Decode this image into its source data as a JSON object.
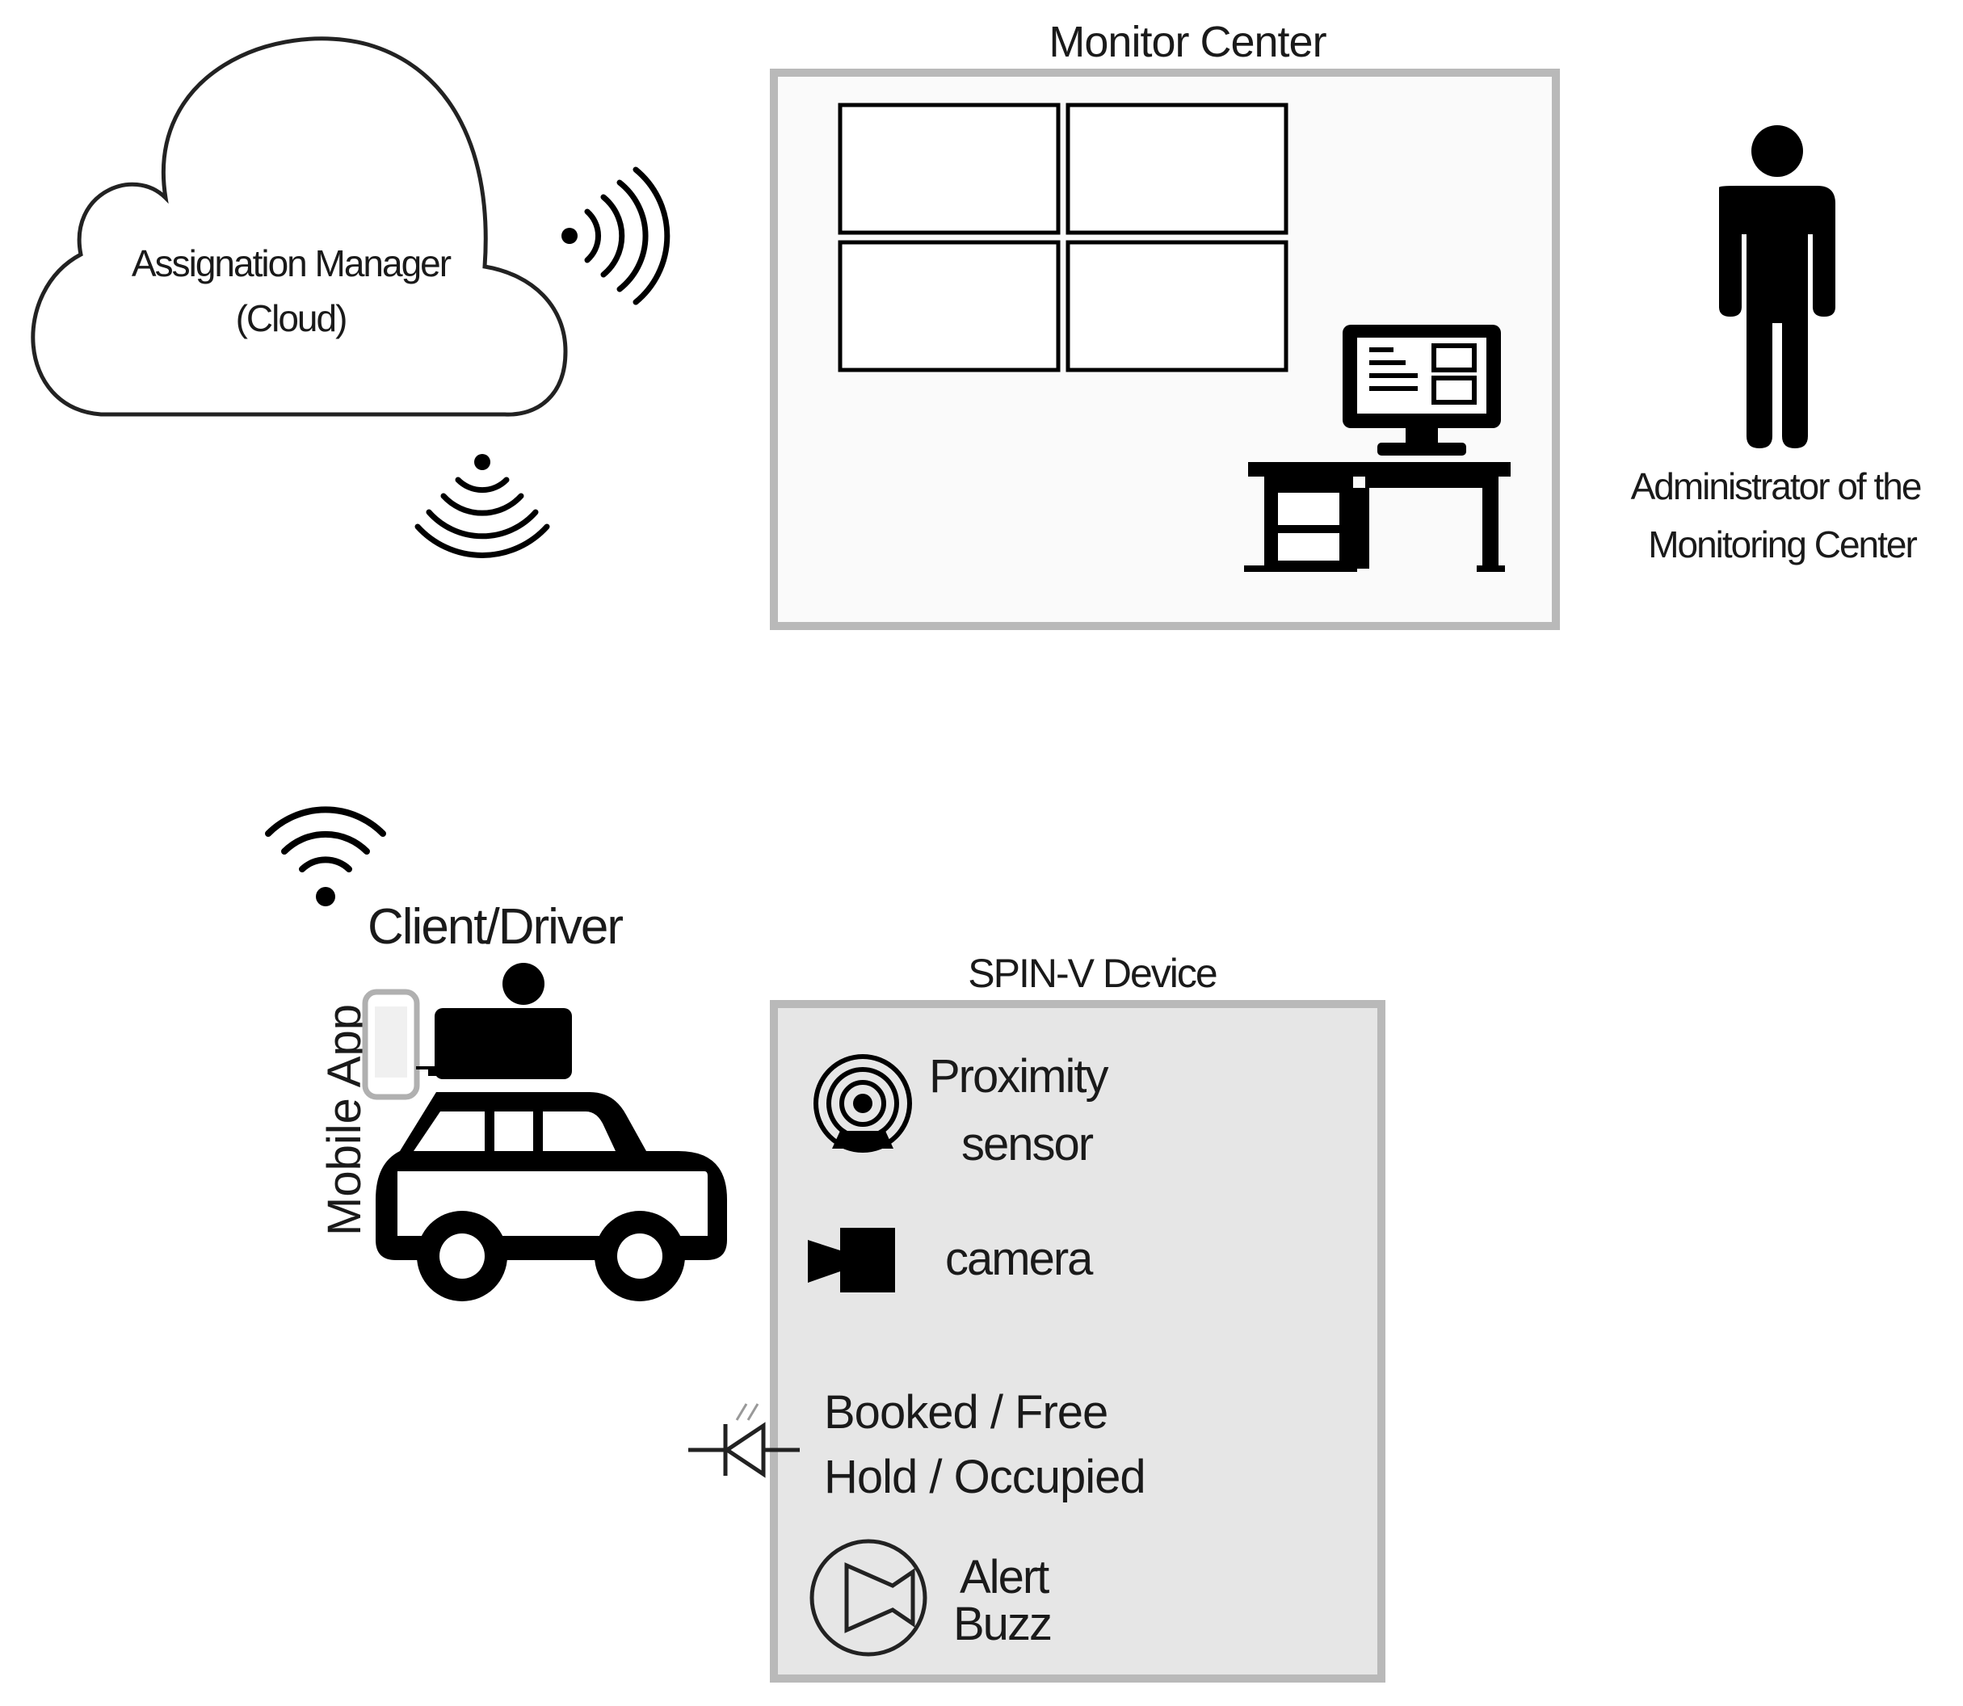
{
  "cloud": {
    "label_line1": "Assignation Manager",
    "label_line2": "(Cloud)"
  },
  "monitor_center": {
    "title": "Monitor Center"
  },
  "administrator": {
    "label_line1": "Administrator of  the",
    "label_line2": "Monitoring Center"
  },
  "client": {
    "label": "Client/Driver",
    "mobile_app_label": "Mobile App"
  },
  "spin_device": {
    "title": "SPIN-V Device",
    "proximity_line1": "Proximity",
    "proximity_line2": "sensor",
    "camera_label": "camera",
    "led_line1": "Booked  / Free",
    "led_line2": "Hold / Occupied",
    "alert_line1": "Alert",
    "alert_line2": "Buzz"
  },
  "colors": {
    "frame_gray": "#b9b9b9",
    "monitor_center_fill": "#fafafa",
    "spin_device_fill": "#e6e6e6",
    "ink": "#000000"
  },
  "icons": [
    "cloud-icon",
    "wifi-signal-icon",
    "video-wall-icon",
    "workstation-icon",
    "person-icon",
    "smartphone-icon",
    "car-icon",
    "proximity-sensor-icon",
    "camera-icon",
    "led-icon",
    "speaker-icon"
  ]
}
